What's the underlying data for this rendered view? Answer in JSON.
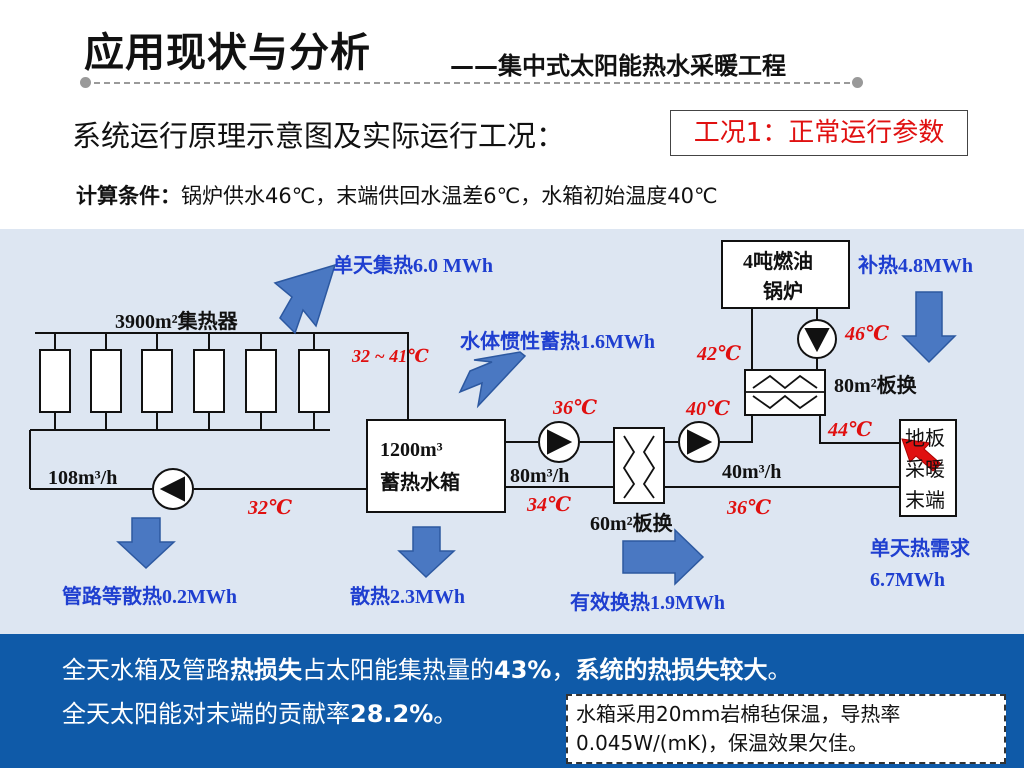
{
  "header": {
    "title": "应用现状与分析",
    "subtitle": "——集中式太阳能热水采暖工程"
  },
  "section_heading": "系统运行原理示意图及实际运行工况：",
  "case_label": "工况1：正常运行参数",
  "calc": {
    "label": "计算条件：",
    "text": "锅炉供水46℃，末端供回水温差6℃，水箱初始温度40℃"
  },
  "diagram": {
    "collector_label": "3900m²集热器",
    "solar_gain": "单天集热6.0 MWh",
    "inertia_storage": "水体惯性蓄热1.6MWh",
    "collector_temp": "32 ~ 41℃",
    "left_flow": "108m³/h",
    "left_return_temp": "32℃",
    "pipe_loss": "管路等散热0.2MWh",
    "tank_line1": "1200m³",
    "tank_line2": "蓄热水箱",
    "tank_loss": "散热2.3MWh",
    "temp_36_top": "36℃",
    "temp_34": "34℃",
    "mid_flow": "80m³/h",
    "hx1_label": "60m²板换",
    "effective_exchange": "有效换热1.9MWh",
    "temp_40": "40℃",
    "temp_36_bottom": "36℃",
    "right_flow": "40m³/h",
    "boiler_line1": "4吨燃油",
    "boiler_line2": "锅炉",
    "supplement": "补热4.8MWh",
    "temp_46": "46℃",
    "temp_42": "42℃",
    "temp_44": "44℃",
    "hx2_label": "80m²板换",
    "terminal_line1": "地板",
    "terminal_line2": "采暖",
    "terminal_line3": "末端",
    "demand_line1": "单天热需求",
    "demand_line2": "6.7MWh"
  },
  "bottom": {
    "line1_a": "全天水箱及管路",
    "line1_b": "热损失",
    "line1_c": "占太阳能集热量的",
    "line1_d": "43%",
    "line1_e": "，",
    "line1_f": "系统的热损失较大",
    "line1_g": "。",
    "line2_a": "全天太阳能对末端的贡献率",
    "line2_b": "28.2%",
    "line2_c": "。",
    "note_line1": "水箱采用20mm岩棉毡保温，导热率",
    "note_line2": "0.045W/(mK)，保温效果欠佳。"
  },
  "colors": {
    "blue_text": "#1f3fd0",
    "red_temp": "#e01010",
    "arrow_fill": "#4a78c2",
    "panel_bg": "#dde6f2",
    "bottom_bg": "#0f5aa8"
  }
}
